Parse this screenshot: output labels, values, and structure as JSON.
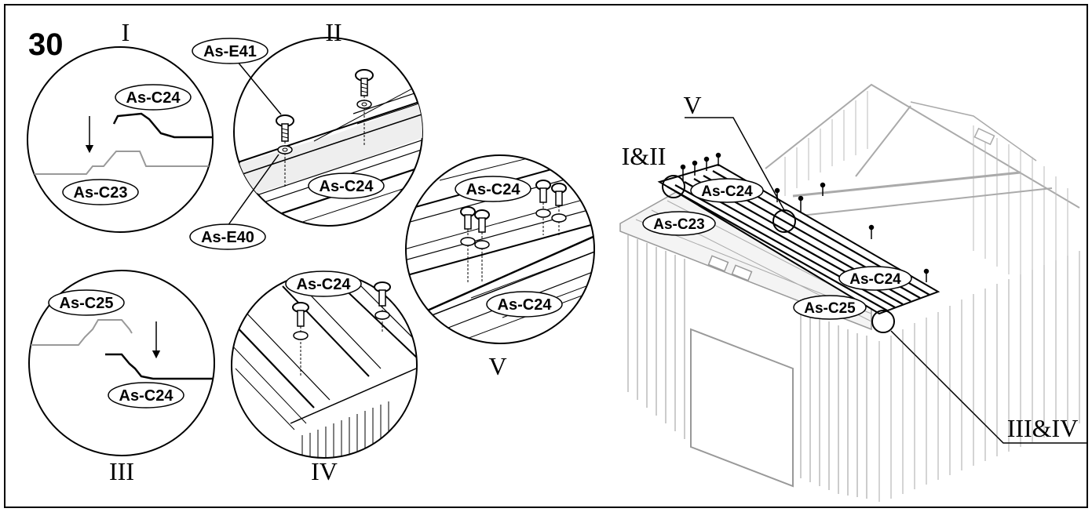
{
  "step_number": "30",
  "details": {
    "I": {
      "label": "I",
      "upper_part": "As-C24",
      "lower_part": "As-C23"
    },
    "II": {
      "label": "II",
      "screw": "As-E41",
      "washer": "As-E40",
      "panel": "As-C24"
    },
    "III": {
      "label": "III",
      "upper_part": "As-C25",
      "lower_part": "As-C24"
    },
    "IV": {
      "label": "IV",
      "panel": "As-C24"
    },
    "V": {
      "label": "V",
      "upper_panel": "As-C24",
      "lower_panel": "As-C24"
    }
  },
  "overview": {
    "callout_v": "V",
    "callout_i_ii": "I&II",
    "callout_iii_iv": "III&IV",
    "parts": [
      "As-C24",
      "As-C23",
      "As-C24",
      "As-C25"
    ]
  }
}
